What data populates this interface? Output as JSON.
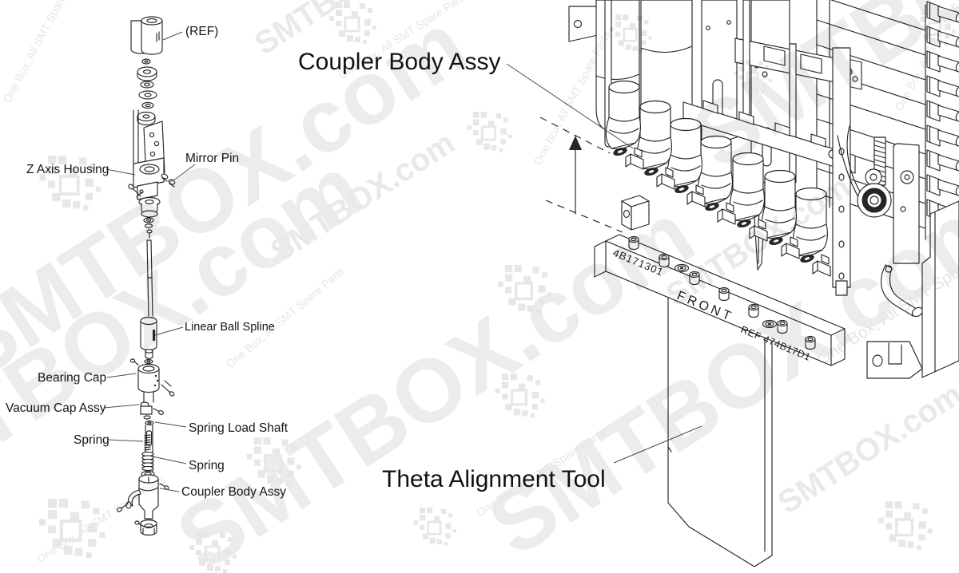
{
  "meta": {
    "background": "#ffffff",
    "line_color": "#262626",
    "label_color": "#161616"
  },
  "watermark": {
    "brand": "SMTBOX.com",
    "brand_short": "SMTBOX",
    "tagline": "One Box, All SMT Spare Parts",
    "color": "#e9e9e9"
  },
  "callouts": {
    "ref": "(REF)",
    "coupler_body_assy_heading": "Coupler Body Assy",
    "z_axis_housing": "Z Axis Housing",
    "mirror_pin": "Mirror Pin",
    "linear_ball_spline": "Linear Ball Spline",
    "bearing_cap": "Bearing Cap",
    "vacuum_cap_assy": "Vacuum Cap Assy",
    "spring_load_shaft": "Spring Load Shaft",
    "spring_upper": "Spring",
    "spring_lower": "Spring",
    "coupler_body_assy": "Coupler Body Assy",
    "theta_alignment_tool_heading": "Theta Alignment Tool"
  },
  "tool_markings": {
    "part_number": "4B171301",
    "front": "FRONT",
    "ref_number": "REF 474B17D1"
  }
}
